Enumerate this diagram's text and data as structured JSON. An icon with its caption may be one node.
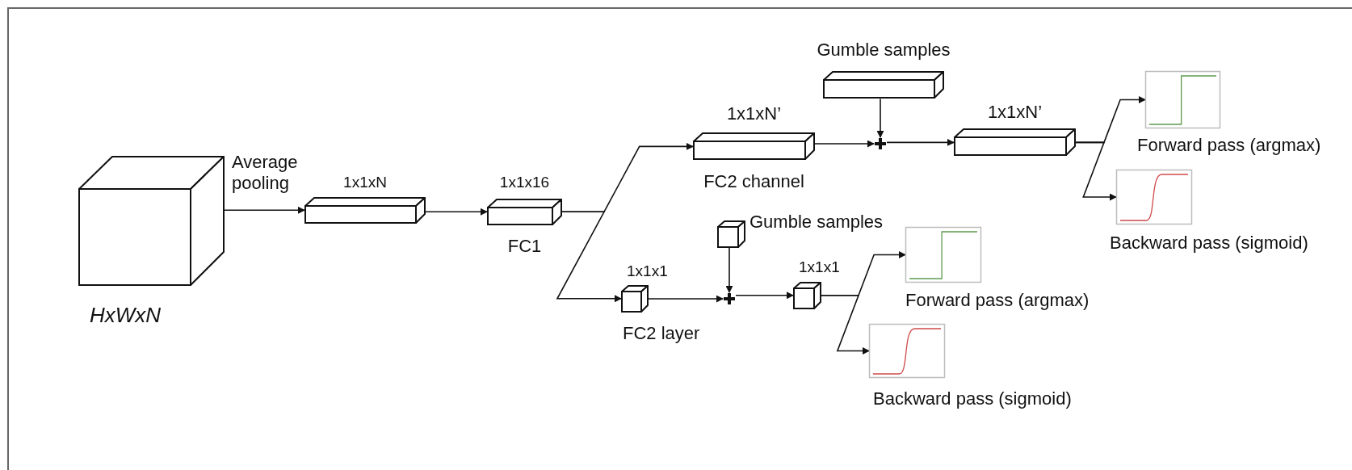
{
  "diagram": {
    "nodes": [
      {
        "text": [
          "HxWxN"
        ]
      },
      {
        "text": [
          "1x1xN"
        ]
      },
      {
        "text": [
          "1x1x16",
          "FC1"
        ]
      },
      {
        "text": [
          "1x1xN’",
          "FC2 channel"
        ]
      },
      {
        "text": [
          "Gumble samples"
        ]
      },
      {
        "text": [],
        "shape": "plus"
      },
      {
        "text": [
          "1x1xN’"
        ]
      },
      {
        "text": [
          "Forward pass (argmax)"
        ]
      },
      {
        "text": [
          "Backward pass (sigmoid)"
        ]
      },
      {
        "text": [
          "1x1x1",
          "FC2 layer"
        ]
      },
      {
        "text": [
          "Gumble samples"
        ]
      },
      {
        "text": [],
        "shape": "plus"
      },
      {
        "text": [
          "1x1x1"
        ]
      },
      {
        "text": [
          "Forward pass (argmax)"
        ]
      },
      {
        "text": [
          "Backward pass (sigmoid)"
        ]
      }
    ],
    "edges": [
      {
        "from": 0,
        "to": 1,
        "arrow": "to",
        "label": "Average pooling"
      },
      {
        "from": 1,
        "to": 2,
        "arrow": "to"
      },
      {
        "from": 2,
        "to": 3,
        "arrow": "to"
      },
      {
        "from": 2,
        "to": 9,
        "arrow": "to"
      },
      {
        "from": 3,
        "to": 5,
        "arrow": "to"
      },
      {
        "from": 4,
        "to": 5,
        "arrow": "to"
      },
      {
        "from": 5,
        "to": 6,
        "arrow": "to"
      },
      {
        "from": 6,
        "to": 7,
        "arrow": "to"
      },
      {
        "from": 6,
        "to": 8,
        "arrow": "to"
      },
      {
        "from": 9,
        "to": 11,
        "arrow": "to"
      },
      {
        "from": 10,
        "to": 11,
        "arrow": "to"
      },
      {
        "from": 11,
        "to": 12,
        "arrow": "to"
      },
      {
        "from": 12,
        "to": 13,
        "arrow": "to"
      },
      {
        "from": 12,
        "to": 14,
        "arrow": "to"
      }
    ]
  }
}
